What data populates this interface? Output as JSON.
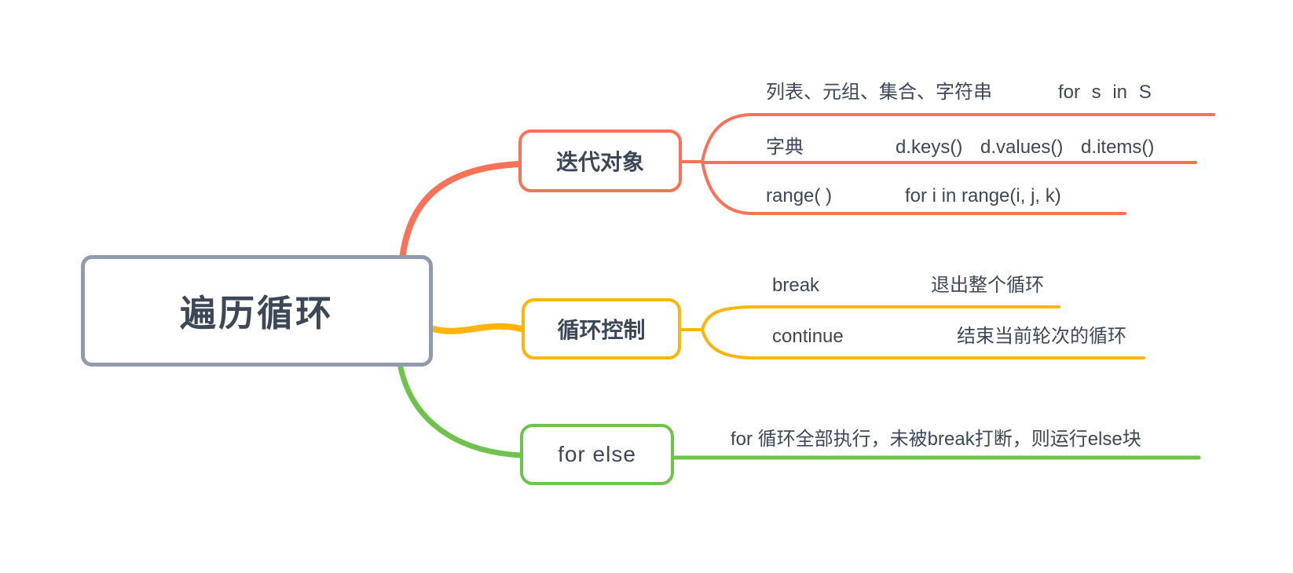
{
  "colors": {
    "background": "#FFFFFF",
    "text": "#3C4858",
    "root_border": "#909CAD",
    "branch1": "#F87258",
    "branch2": "#FFB40A",
    "branch3": "#6FC24C"
  },
  "root": {
    "label": "遍历循环"
  },
  "branches": [
    {
      "label": "迭代对象",
      "color": "#F87258",
      "children": [
        {
          "left": "列表、元组、集合、字符串",
          "right": "for s in S"
        },
        {
          "left": "字典",
          "right": "d.keys() d.values() d.items()"
        },
        {
          "left": "range( )",
          "right": "for i in range(i, j, k)"
        }
      ]
    },
    {
      "label": "循环控制",
      "color": "#FFB40A",
      "children": [
        {
          "left": "break",
          "right": "退出整个循环"
        },
        {
          "left": "continue",
          "right": "结束当前轮次的循环"
        }
      ]
    },
    {
      "label": "for else",
      "color": "#6FC24C",
      "children": [
        {
          "left": "for 循环全部执行，未被break打断，则运行else块",
          "right": ""
        }
      ]
    }
  ]
}
